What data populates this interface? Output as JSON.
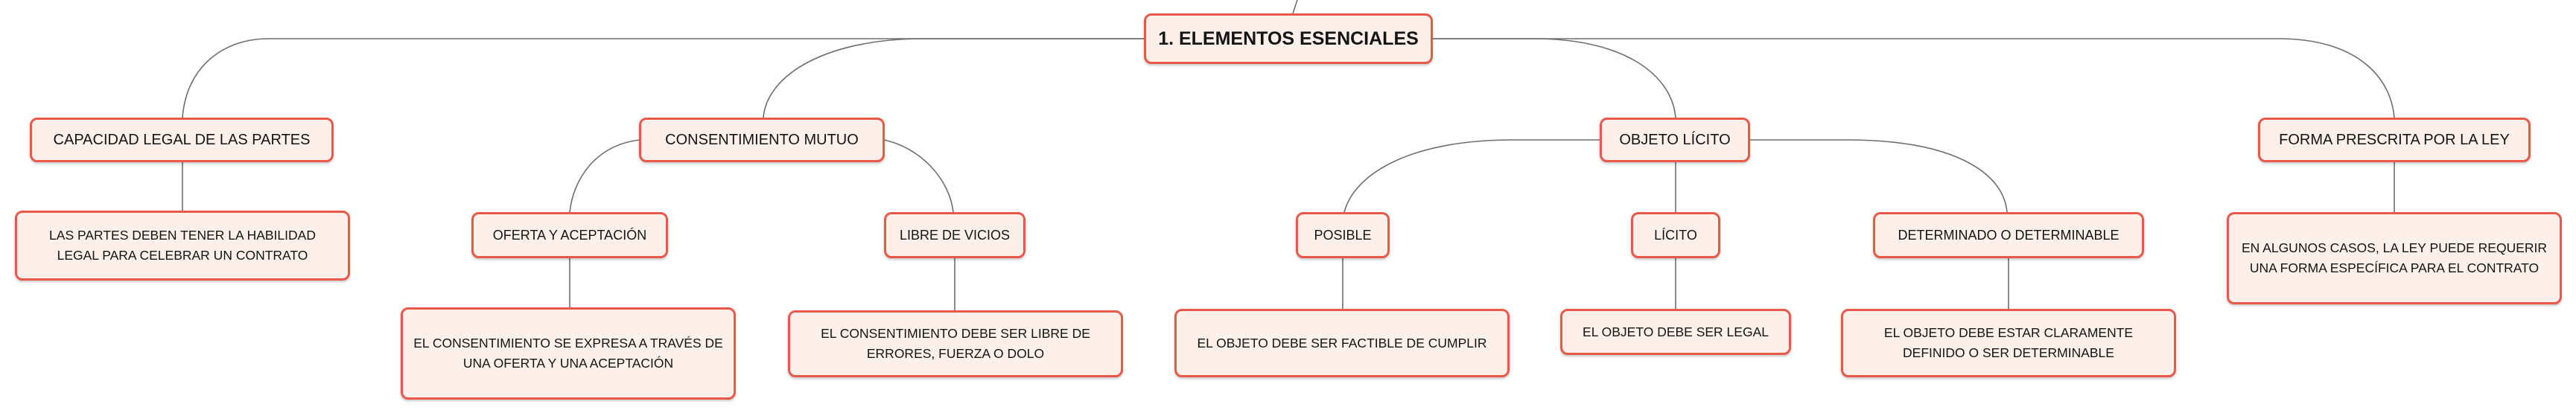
{
  "diagram": {
    "root": "1. ELEMENTOS ESENCIALES",
    "capacidad": {
      "label": "CAPACIDAD LEGAL DE LAS PARTES",
      "description": "LAS PARTES DEBEN TENER LA HABILIDAD LEGAL PARA CELEBRAR UN CONTRATO"
    },
    "consentimiento": {
      "label": "CONSENTIMIENTO MUTUO",
      "oferta": {
        "label": "OFERTA Y ACEPTACIÓN",
        "description": "EL CONSENTIMIENTO SE EXPRESA A TRAVÉS DE UNA OFERTA Y UNA ACEPTACIÓN"
      },
      "libre": {
        "label": "LIBRE DE VICIOS",
        "description": "EL CONSENTIMIENTO DEBE SER LIBRE DE ERRORES, FUERZA O DOLO"
      }
    },
    "objeto": {
      "label": "OBJETO LÍCITO",
      "posible": {
        "label": "POSIBLE",
        "description": "EL OBJETO DEBE SER FACTIBLE DE CUMPLIR"
      },
      "licito": {
        "label": "LÍCITO",
        "description": "EL OBJETO DEBE SER LEGAL"
      },
      "determinado": {
        "label": "DETERMINADO O DETERMINABLE",
        "description": "EL OBJETO DEBE ESTAR CLARAMENTE DEFINIDO O SER DETERMINABLE"
      }
    },
    "forma": {
      "label": "FORMA PRESCRITA POR LA LEY",
      "description": "EN ALGUNOS CASOS, LA LEY PUEDE REQUERIR UNA FORMA ESPECÍFICA PARA EL CONTRATO"
    },
    "colors": {
      "node_fill": "#fdefea",
      "node_border": "#e9594a",
      "connector": "#6e6e6e",
      "text": "#141414"
    }
  }
}
